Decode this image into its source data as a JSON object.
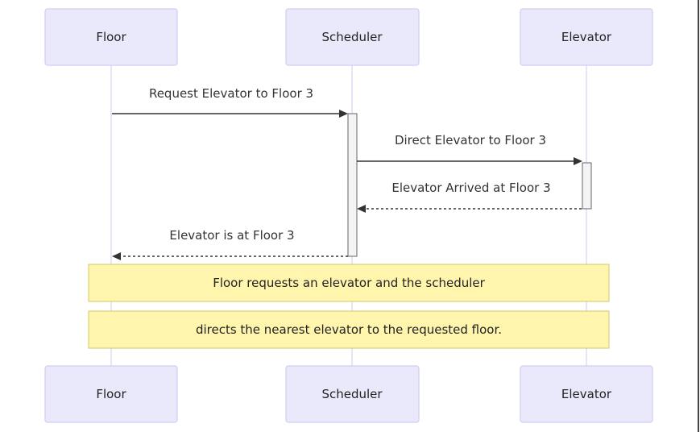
{
  "participants": [
    {
      "id": "floor",
      "label": "Floor"
    },
    {
      "id": "scheduler",
      "label": "Scheduler"
    },
    {
      "id": "elevator",
      "label": "Elevator"
    }
  ],
  "messages": [
    {
      "from": "floor",
      "to": "scheduler",
      "label": "Request Elevator to Floor 3",
      "style": "solid"
    },
    {
      "from": "scheduler",
      "to": "elevator",
      "label": "Direct Elevator to Floor 3",
      "style": "solid"
    },
    {
      "from": "elevator",
      "to": "scheduler",
      "label": "Elevator Arrived at Floor 3",
      "style": "dashed"
    },
    {
      "from": "scheduler",
      "to": "floor",
      "label": "Elevator is at Floor 3",
      "style": "dashed"
    }
  ],
  "notes": [
    {
      "text": "Floor requests an elevator and the scheduler"
    },
    {
      "text": "directs the nearest elevator to the requested floor."
    }
  ],
  "colors": {
    "actor_fill": "#eae9fc",
    "actor_border": "#d0cdf2",
    "note_fill": "#fff5ad",
    "note_border": "#d6d27a",
    "line": "#333333"
  }
}
